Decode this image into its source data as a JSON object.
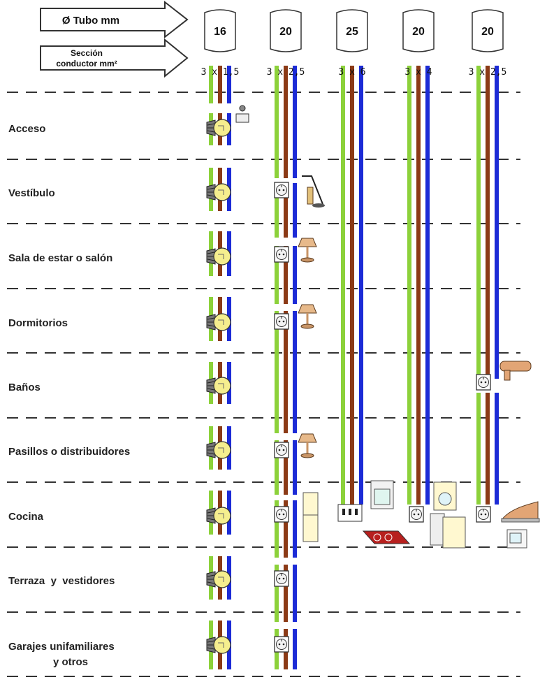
{
  "header": {
    "tube_label": "Ø Tubo mm",
    "section_label_line1": "Sección",
    "section_label_line2": "conductor mm²"
  },
  "circuits": [
    {
      "tube": "16",
      "section": "3 x 1,5"
    },
    {
      "tube": "20",
      "section": "3 x 2,5"
    },
    {
      "tube": "25",
      "section": "3 x 6"
    },
    {
      "tube": "20",
      "section": "3 x 4"
    },
    {
      "tube": "20",
      "section": "3 x 2,5"
    }
  ],
  "rooms": [
    {
      "label": "Acceso"
    },
    {
      "label": "Vestíbulo"
    },
    {
      "label": "Sala de estar o salón"
    },
    {
      "label": "Dormitorios"
    },
    {
      "label": "Baños"
    },
    {
      "label": "Pasillos o distribuidores"
    },
    {
      "label": "Cocina"
    },
    {
      "label": "Terraza  y  vestidores"
    },
    {
      "label": "Garajes unifamiliares",
      "label2": "y otros"
    }
  ],
  "colors": {
    "earth": "#8CD13A",
    "phase": "#8B3A16",
    "neutral": "#1C2BD6",
    "dash": "#333333"
  }
}
